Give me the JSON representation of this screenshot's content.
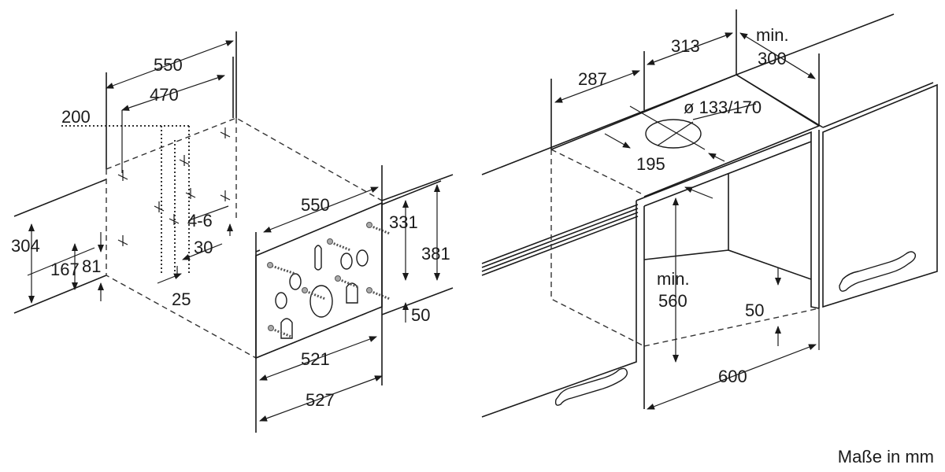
{
  "left_view": {
    "dims": {
      "width_top": "550",
      "inner_width_top": "470",
      "offset_200": "200",
      "height_304": "304",
      "height_167": "167",
      "height_81": "81",
      "range_4_6": "4-6",
      "gap_30": "30",
      "gap_25": "25",
      "front_width": "550",
      "panel_331": "331",
      "height_381": "381",
      "bottom_50": "50",
      "bottom_521": "521",
      "bottom_527": "527"
    }
  },
  "right_view": {
    "dims": {
      "depth_287": "287",
      "depth_313": "313",
      "min_label": "min.",
      "min_300": "300",
      "diameter": "ø 133/170",
      "dist_195": "195",
      "min_label_2": "min.",
      "height_560": "560",
      "gap_50": "50",
      "width_600": "600"
    }
  },
  "footer": {
    "units": "Maße in mm"
  }
}
